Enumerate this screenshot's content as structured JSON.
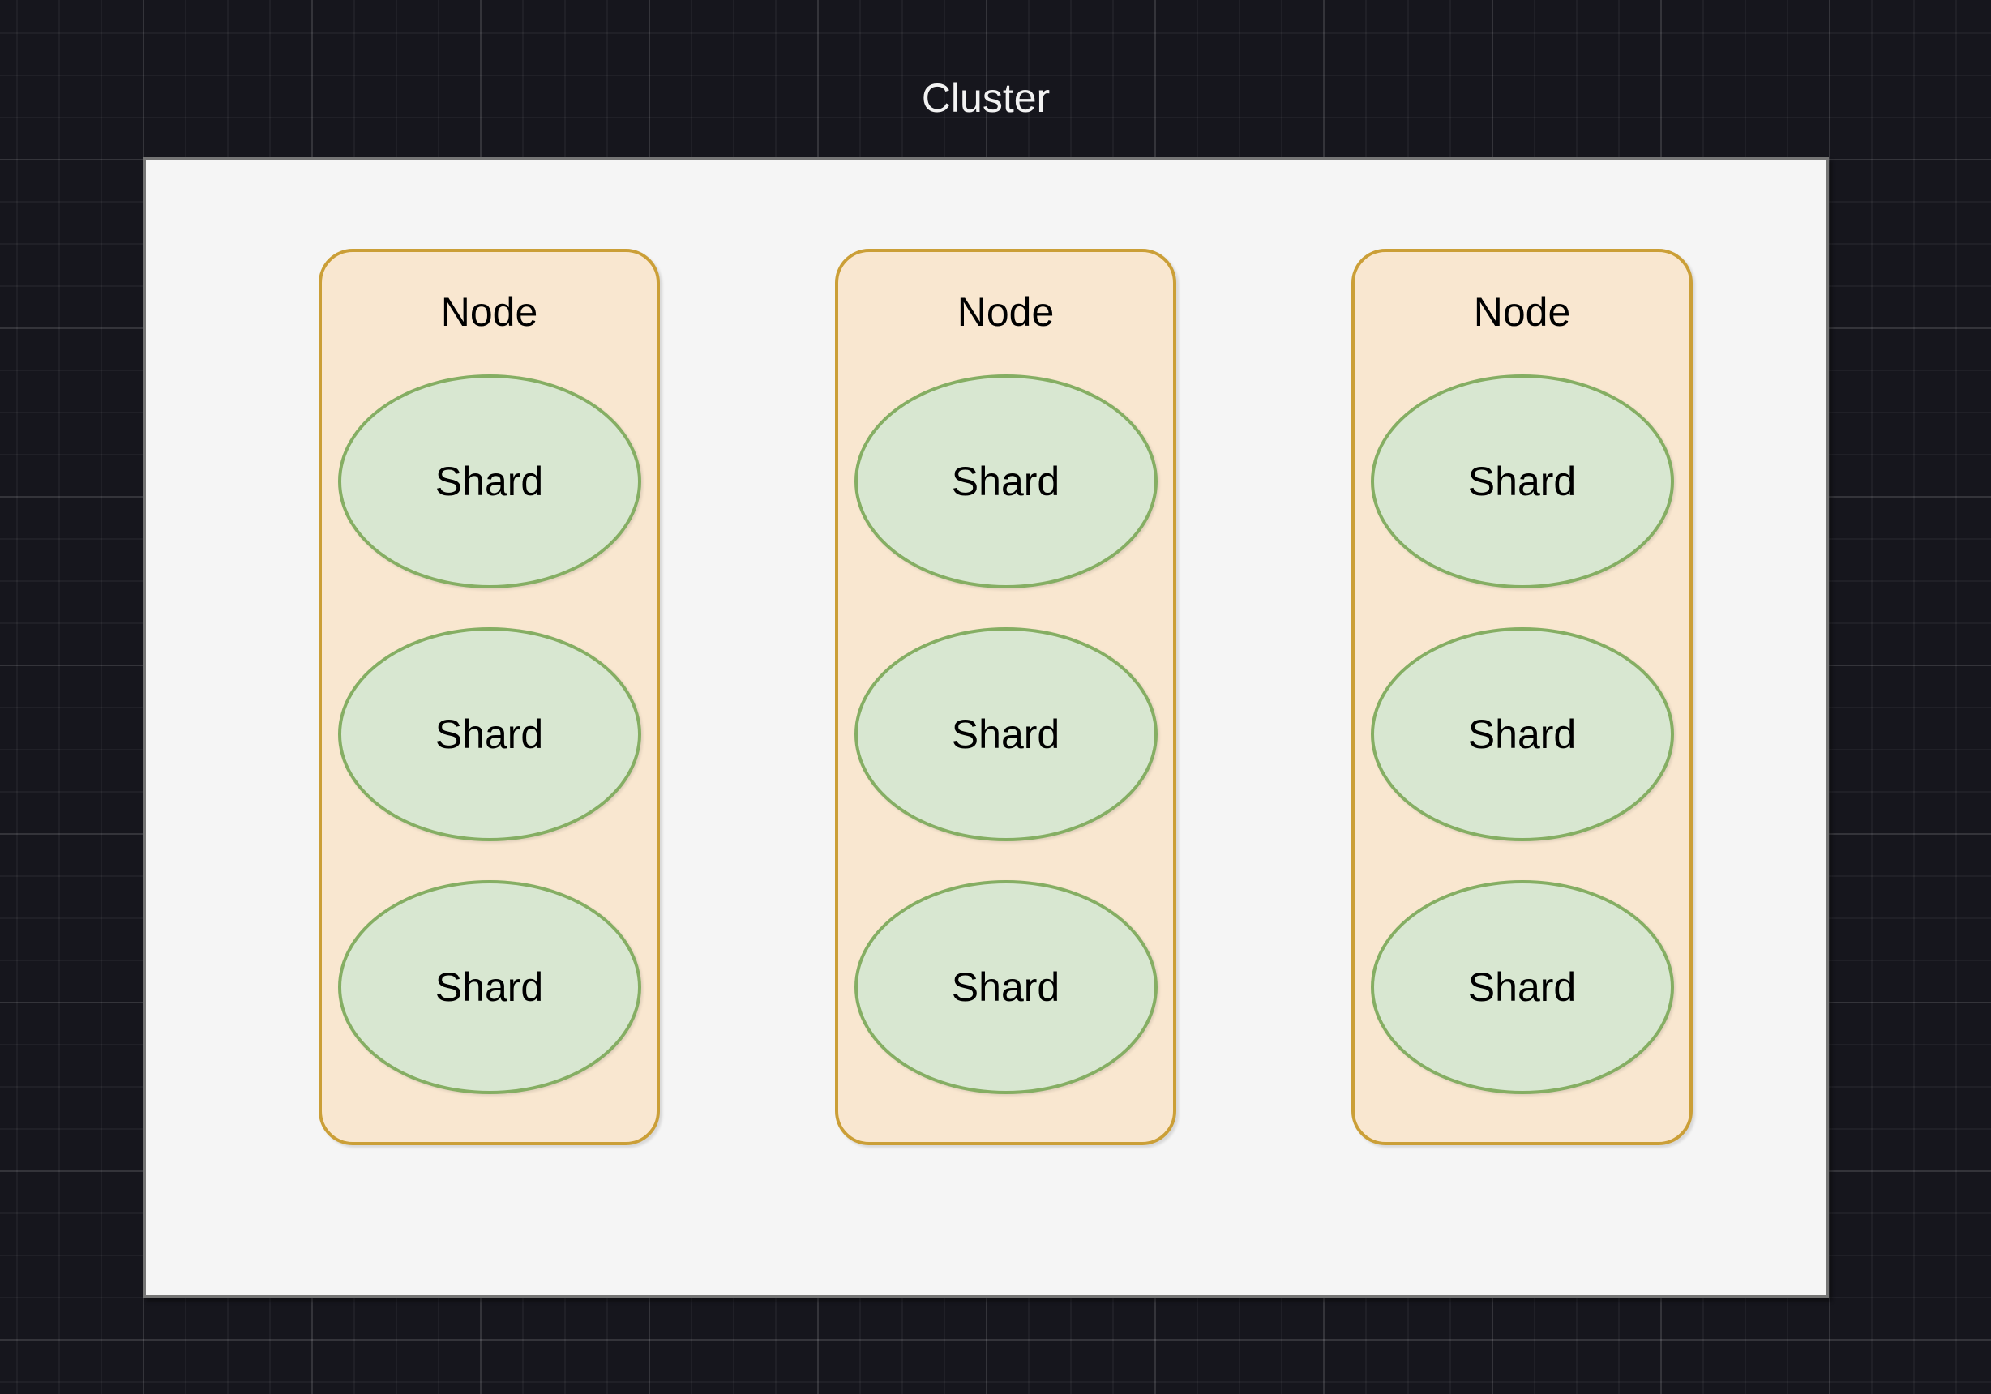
{
  "diagram": {
    "title": "Cluster",
    "cluster": {
      "nodes": [
        {
          "label": "Node",
          "shards": [
            "Shard",
            "Shard",
            "Shard"
          ]
        },
        {
          "label": "Node",
          "shards": [
            "Shard",
            "Shard",
            "Shard"
          ]
        },
        {
          "label": "Node",
          "shards": [
            "Shard",
            "Shard",
            "Shard"
          ]
        }
      ]
    },
    "colors": {
      "canvas_background": "#16161d",
      "grid_line_minor": "rgba(255,255,255,0.045)",
      "grid_line_major": "rgba(255,255,255,0.09)",
      "panel_fill": "#f5f5f5",
      "panel_border": "#757575",
      "node_fill": "#f9e7d0",
      "node_border": "#cb9f37",
      "shard_fill": "#d8e7d1",
      "shard_border": "#85ae63",
      "title_text": "#f2f2f2",
      "shape_text": "#000000"
    }
  }
}
